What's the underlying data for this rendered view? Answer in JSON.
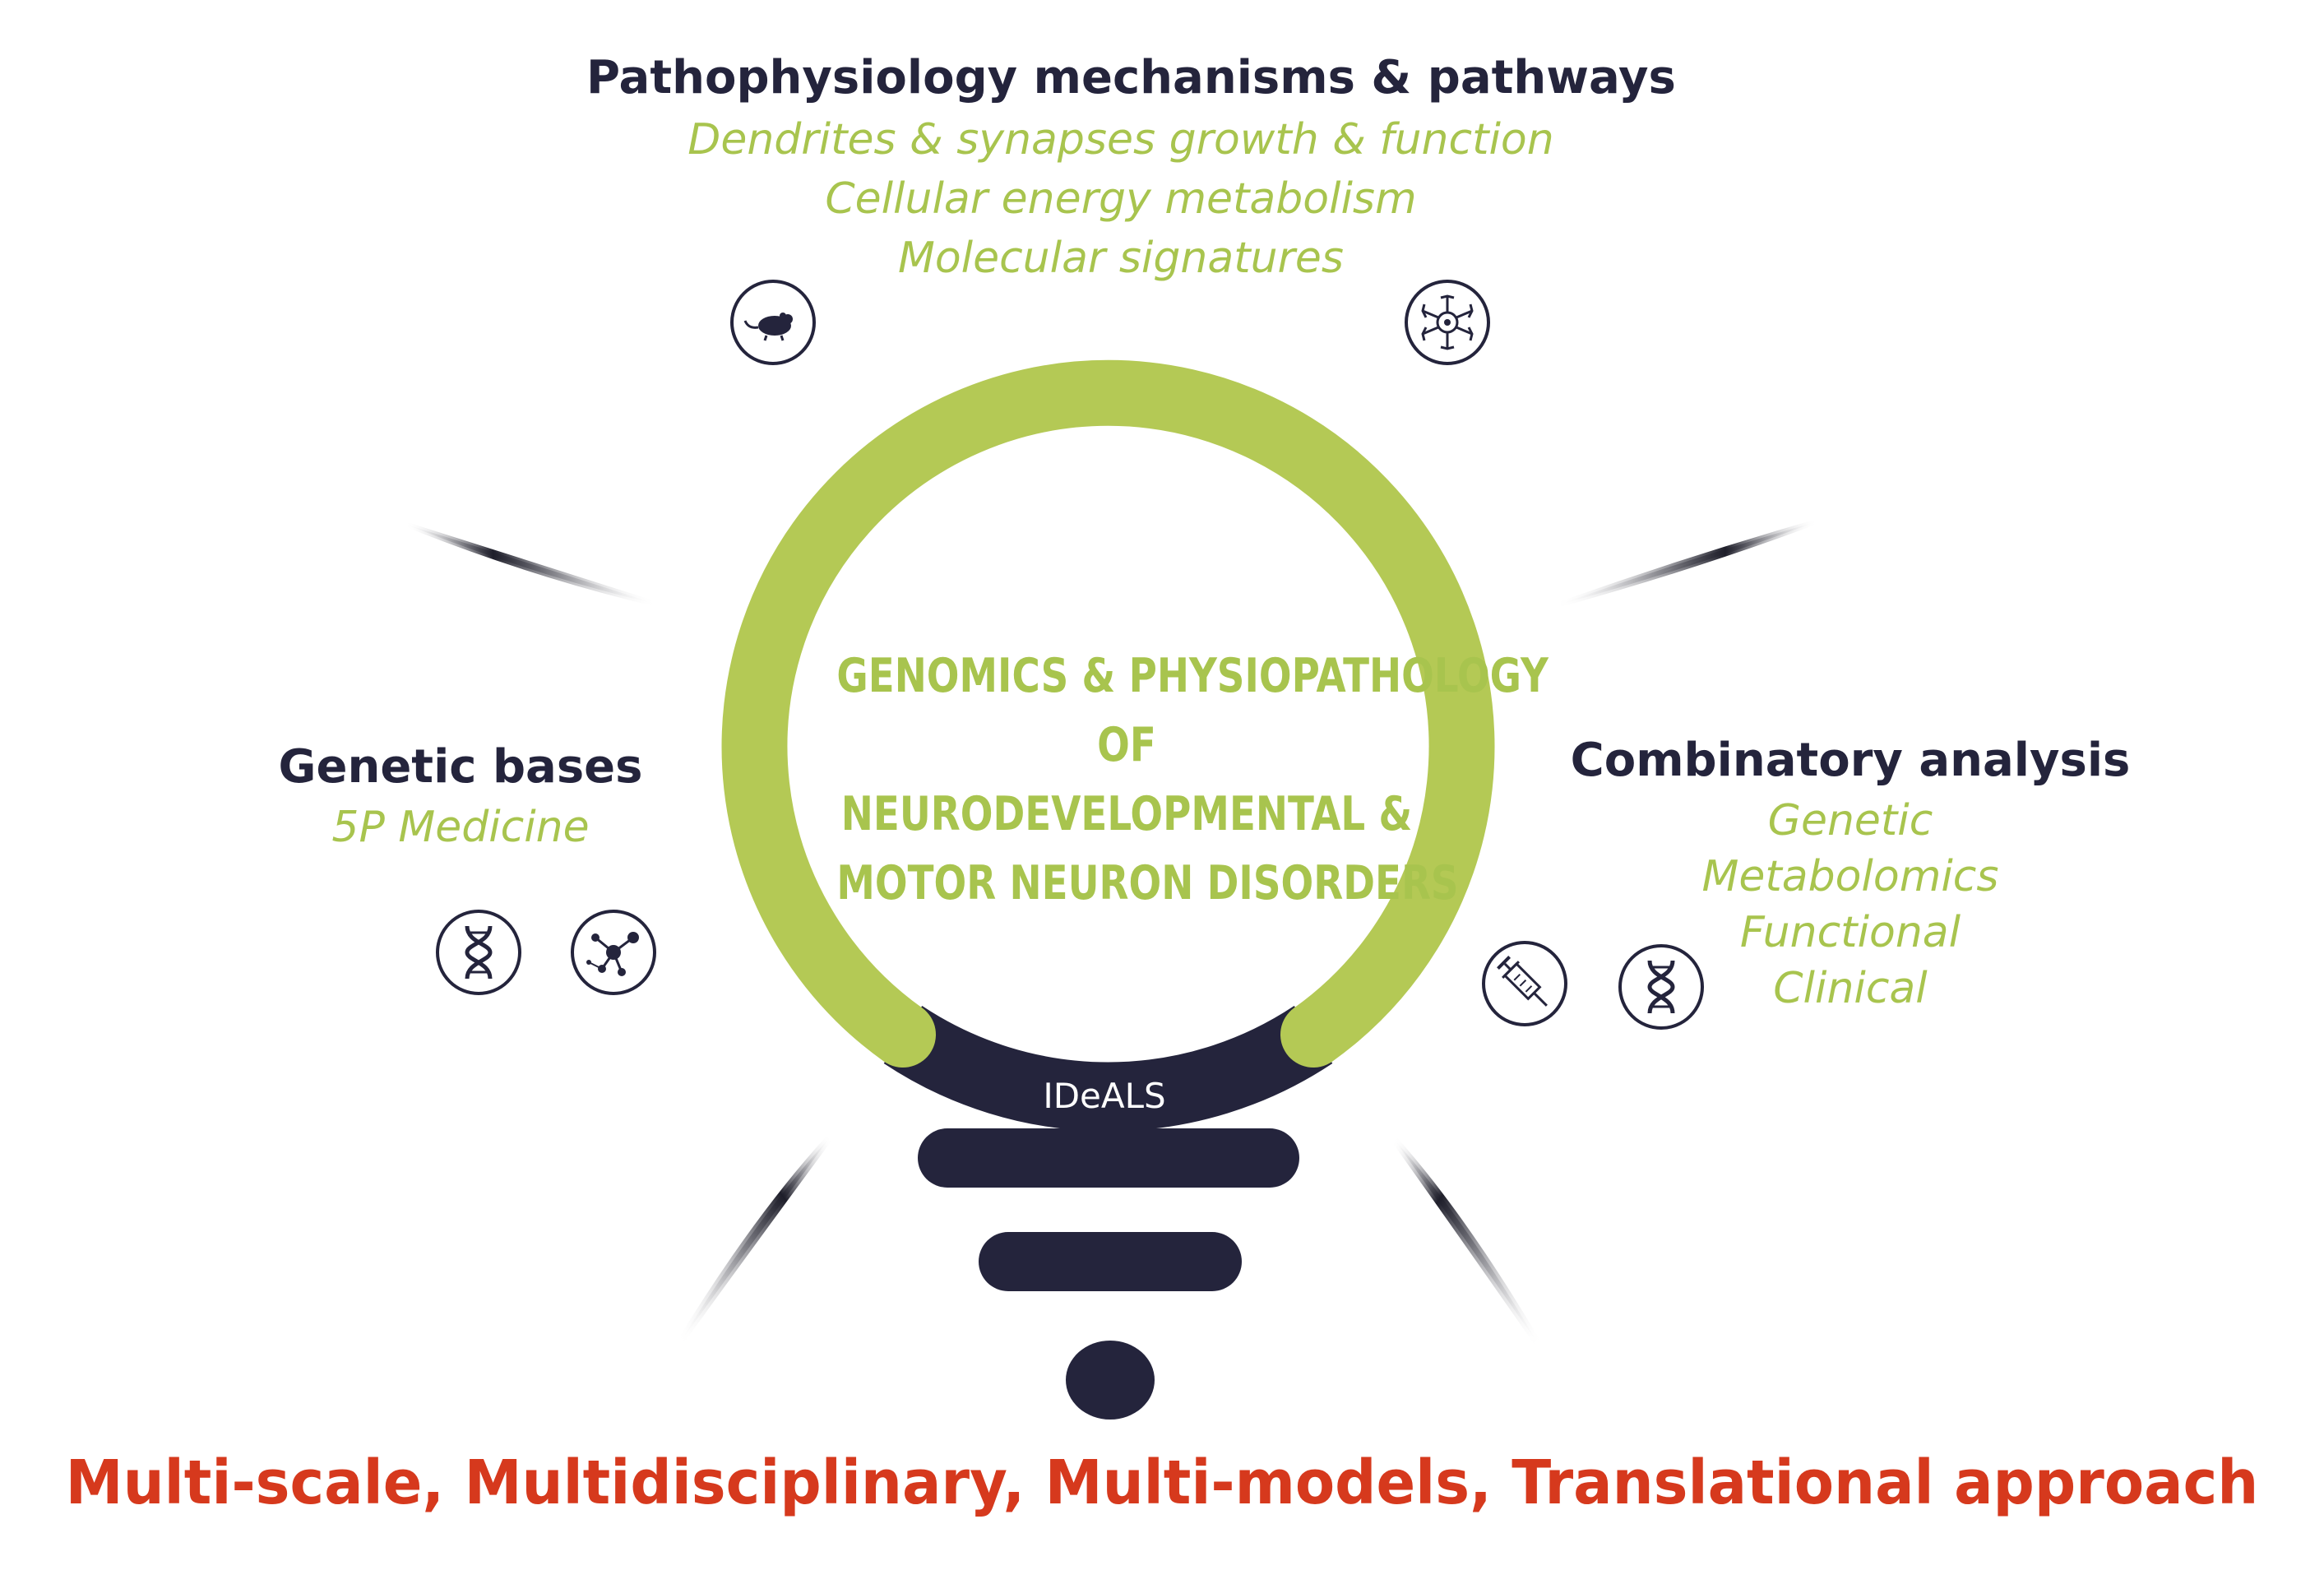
{
  "top": {
    "heading": "Pathophysiology mechanisms & pathways",
    "items": [
      "Dendrites & synapses growth & function",
      "Cellular energy metabolism",
      "Molecular signatures"
    ],
    "icons": [
      "mouse-icon",
      "neuron-cell-icon"
    ]
  },
  "left": {
    "heading": "Genetic bases",
    "items": [
      "5P Medicine"
    ],
    "icons": [
      "dna-icon",
      "molecule-network-icon"
    ]
  },
  "right": {
    "heading": "Combinatory analysis",
    "items": [
      "Genetic",
      "Metabolomics",
      "Functional",
      "Clinical"
    ],
    "icons": [
      "syringe-icon",
      "dna-icon"
    ]
  },
  "center": {
    "lines": [
      "GENOMICS & PHYSIOPATHOLOGY",
      "OF",
      "NEURODEVELOPMENTAL &",
      "MOTOR NEURON DISORDERS"
    ],
    "brand": "IDeALS"
  },
  "tagline": "Multi-scale, Multidisciplinary, Multi-models, Translational approach",
  "colors": {
    "green": "#b4c955",
    "navy": "#24243c",
    "red": "#d6391d"
  }
}
